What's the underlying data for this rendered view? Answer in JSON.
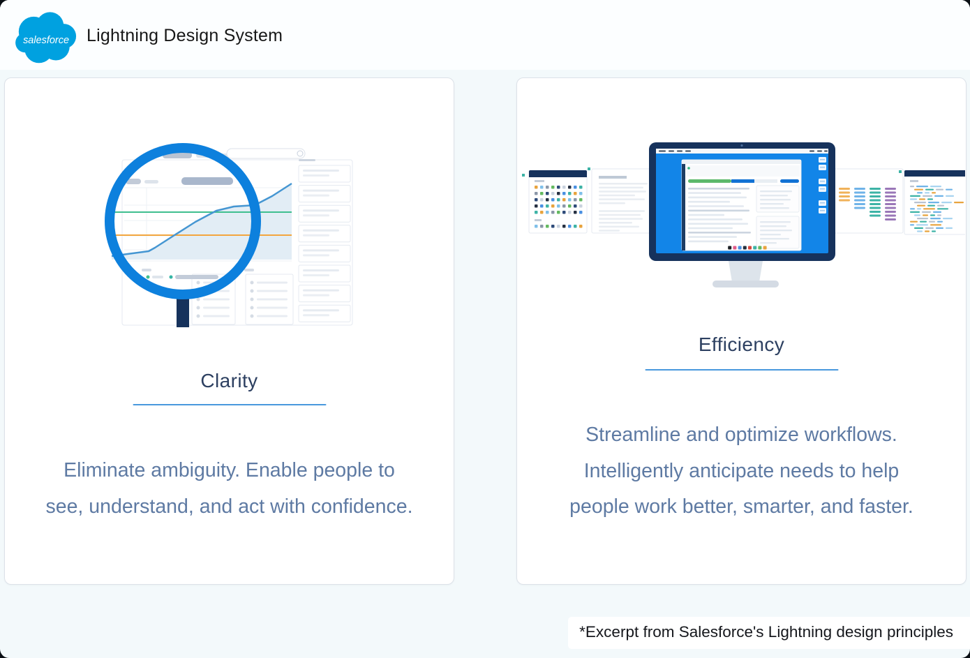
{
  "header": {
    "logo_text": "salesforce",
    "title": "Lightning Design System"
  },
  "cards": [
    {
      "title": "Clarity",
      "description": "Eliminate ambiguity. Enable people to see, understand, and act with confidence.",
      "lines": [
        "Eliminate ambiguity. Enable people to",
        "see, understand, and act with confidence."
      ]
    },
    {
      "title": "Efficiency",
      "description": "Streamline and optimize workflows. Intelligently anticipate needs to help people work better, smarter, and faster.",
      "lines": [
        "Streamline and optimize workflows.",
        "Intelligently anticipate needs to help",
        "people work better, smarter, and faster."
      ]
    }
  ],
  "footer": {
    "note": "*Excerpt from Salesforce's Lightning design principles"
  },
  "colors": {
    "brand_blue": "#00A1E0",
    "magnifier_blue": "#0d80dd",
    "navy": "#16325c",
    "underline_blue": "#4898dd",
    "title_text": "#2d4061",
    "body_text": "#5e7aa3",
    "chart_green": "#3fbf8f",
    "chart_orange": "#f3a63e",
    "chart_blue": "#4596d2",
    "screen_blue": "#1285e8",
    "page_background": "#f3f9fb"
  }
}
